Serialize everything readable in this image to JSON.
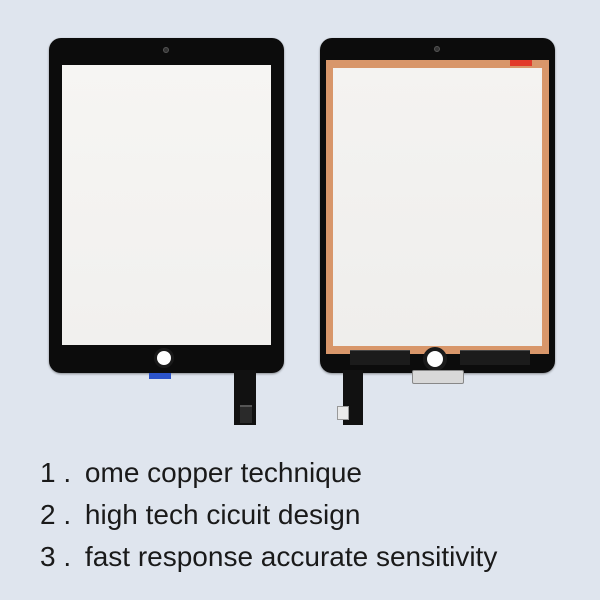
{
  "features": [
    {
      "number": "1 .",
      "text": "ome copper technique"
    },
    {
      "number": "2 .",
      "text": "high tech cicuit design"
    },
    {
      "number": "3 .",
      "text": "fast response accurate sensitivity"
    }
  ],
  "colors": {
    "background": "#dfe5ee",
    "bezel": "#0c0c0c",
    "adhesive": "#d8966a",
    "text": "#1a1a1a"
  }
}
